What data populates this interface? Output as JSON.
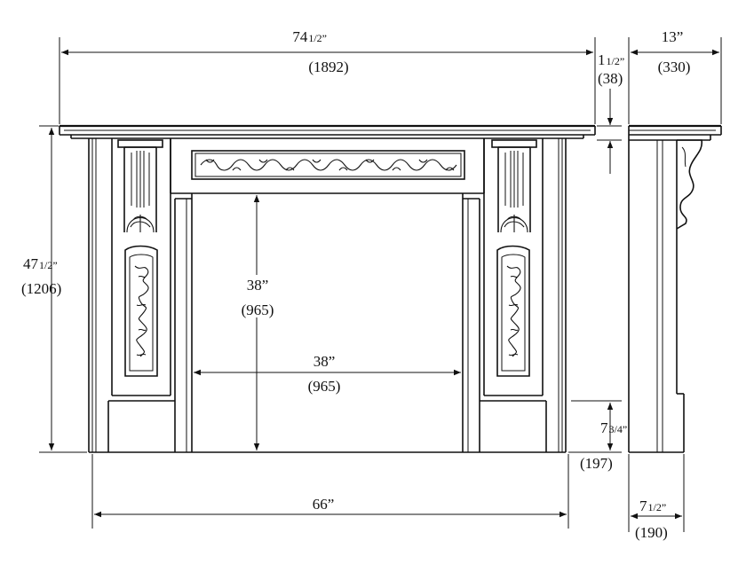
{
  "dimensions": {
    "overall_width": {
      "imperial_whole": "74",
      "imperial_frac": "1/2”",
      "metric": "(1892)"
    },
    "shelf_thickness": {
      "imperial_whole": "1",
      "imperial_frac": "1/2”",
      "metric": "(38)"
    },
    "overall_depth": {
      "imperial": "13”",
      "metric": "(330)"
    },
    "overall_height": {
      "imperial_whole": "47",
      "imperial_frac": "1/2”",
      "metric": "(1206)"
    },
    "opening_height": {
      "imperial": "38”",
      "metric": "(965)"
    },
    "opening_width": {
      "imperial": "38”",
      "metric": "(965)"
    },
    "plinth_height": {
      "imperial_whole": "7",
      "imperial_frac": "3/4”",
      "metric": "(197)"
    },
    "base_width": {
      "imperial": "66”"
    },
    "leg_depth": {
      "imperial_whole": "7",
      "imperial_frac": "1/2”",
      "metric": "(190)"
    }
  }
}
